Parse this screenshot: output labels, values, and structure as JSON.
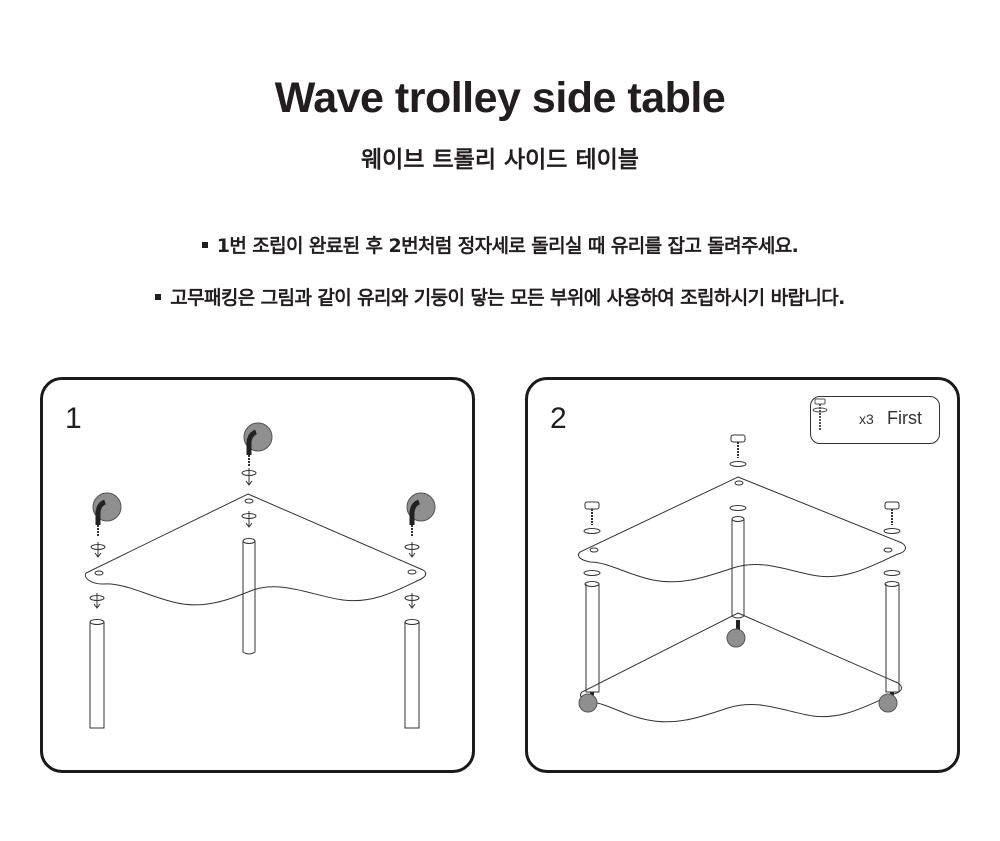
{
  "header": {
    "title": "Wave trolley side table",
    "subtitle": "웨이브 트롤리 사이드 테이블"
  },
  "notes": [
    "1번 조립이 완료된 후 2번처럼 정자세로 돌리실 때 유리를 잡고 돌려주세요.",
    "고무패킹은 그림과 같이 유리와 기둥이 닿는 모든 부위에 사용하여 조립하시기 바랍니다."
  ],
  "steps": [
    {
      "number": "1"
    },
    {
      "number": "2",
      "badge": {
        "count": "x3",
        "label": "First",
        "icon": "screw-icon"
      }
    }
  ],
  "colors": {
    "text": "#221e1f",
    "line": "#333333",
    "caster": "#8f8f8f",
    "border": "#1a1a1a"
  }
}
